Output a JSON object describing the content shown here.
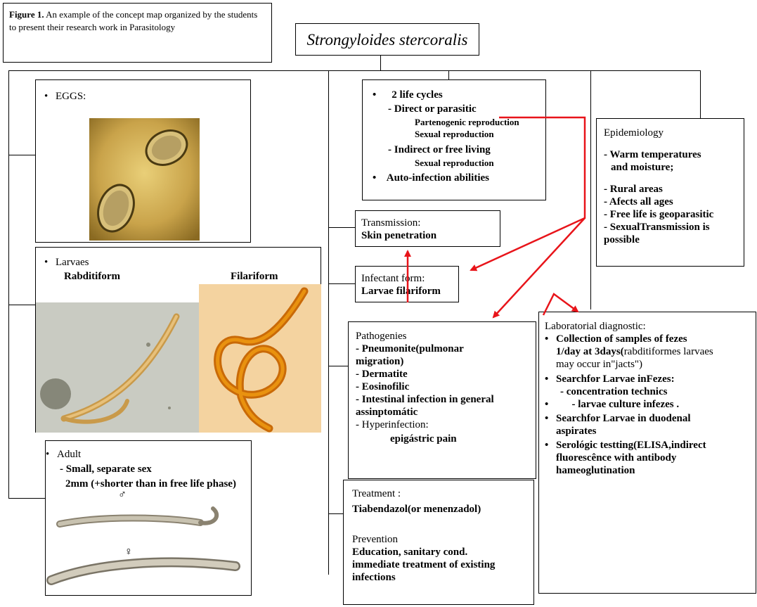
{
  "caption": {
    "label": "Figure 1.",
    "text": " An example of the concept map organized by the students to present their research work in Parasitology"
  },
  "title": "Strongyloides stercoralis",
  "eggs": {
    "label": "EGGS:"
  },
  "larvae": {
    "label": "Larvaes",
    "rabditiform": "Rabditiform",
    "filariform": "Filariform"
  },
  "adult": {
    "label": "Adult",
    "line1": "- Small, separate sex",
    "line2": "2mm (+shorter than in free life phase)",
    "male_symbol": "♂",
    "female_symbol": "♀"
  },
  "lifecycle": {
    "heading": "2 life cycles",
    "direct": "- Direct or parasitic",
    "parteno": "Partenogenic reproduction",
    "sexual1": "Sexual reproduction",
    "indirect": "- Indirect or free living",
    "sexual2": "Sexual reproduction",
    "auto": "Auto-infection abilities"
  },
  "transmission": {
    "label": "Transmission:",
    "value": "Skin penetration"
  },
  "infectant": {
    "label": "Infectant form:",
    "value": "Larvae filariform"
  },
  "epidemiology": {
    "label": "Epidemiology",
    "items": [
      "- Warm temperatures",
      "and moisture;",
      "- Rural areas",
      "- Afects all ages",
      "- Free life is geoparasitic",
      "- SexualTransmission is",
      "possible"
    ]
  },
  "pathogenies": {
    "label": "Pathogenies",
    "items": [
      "- Pneumonite(pulmonar",
      "migration)",
      "- Dermatite",
      "- Eosinofilic",
      "- Intestinal infection in general",
      "assinptomátic"
    ],
    "hyper_label": "- Hyperinfection:",
    "hyper_value": "epigástric pain"
  },
  "treatment": {
    "label": "Treatment :",
    "value": "Tiabendazol(or menenzadol)",
    "prevention_label": "Prevention",
    "prevention_lines": [
      "Education, sanitary cond.",
      "immediate treatment of existing",
      "infections"
    ]
  },
  "lab": {
    "label": "Laboratorial diagnostic:",
    "collect1": "Collection of samples of fezes",
    "collect2": "1/day at 3days(",
    "collect2_normal": "rabditiformes larvaes",
    "collect3": "may occur in\"jacts\")",
    "search1": "Searchfor Larvae inFezes:",
    "search1a": "- concentration technics",
    "search1b": "- larvae culture infezes .",
    "search2": "Searchfor Larvae in duodenal",
    "search2b": "aspirates",
    "sero1": "Serológic testting(ELISA,indirect",
    "sero2": "fluorescênce with antibody",
    "sero3": "hameoglutination"
  },
  "colors": {
    "arrow": "#e8141a",
    "egg_bg": "#c9a34a",
    "filari_bg": "#f4d3a0",
    "worm": "#d9800f"
  }
}
